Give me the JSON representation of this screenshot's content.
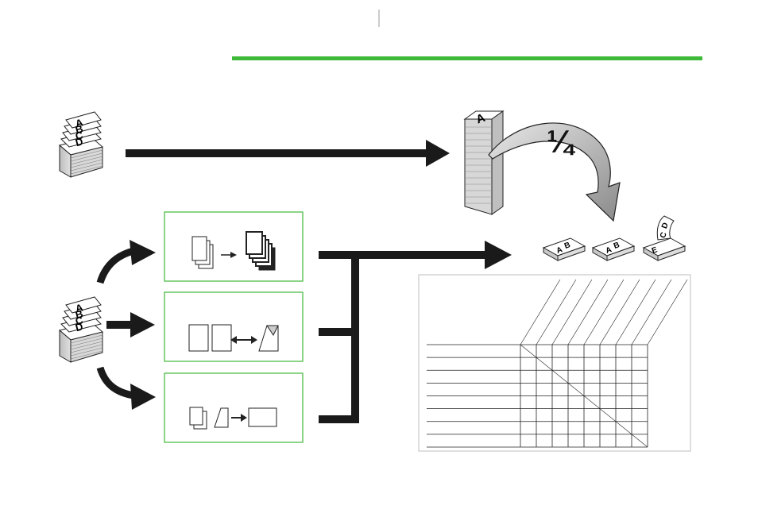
{
  "page": {
    "accent_color": "#3fb93a",
    "arrow_color": "#1a1a1a",
    "page_marker": "|"
  },
  "top_row": {
    "source_stack_letters": [
      "A",
      "B",
      "C",
      "D"
    ],
    "output_stack_letter": "A",
    "fraction_label": "¼"
  },
  "bottom_row": {
    "source_stack_letters": [
      "A",
      "B",
      "C",
      "D"
    ],
    "option_boxes": [
      {
        "icon": "copy-set-multiply-icon"
      },
      {
        "icon": "duplex-two-sided-icon"
      },
      {
        "icon": "combine-pages-icon"
      }
    ],
    "output_sets": [
      {
        "letters": [
          "A",
          "B"
        ]
      },
      {
        "letters": [
          "A",
          "B"
        ]
      },
      {
        "letters": [
          "E",
          "C",
          "D"
        ]
      }
    ]
  },
  "compat_table": {
    "rows": 8,
    "columns": 8
  }
}
